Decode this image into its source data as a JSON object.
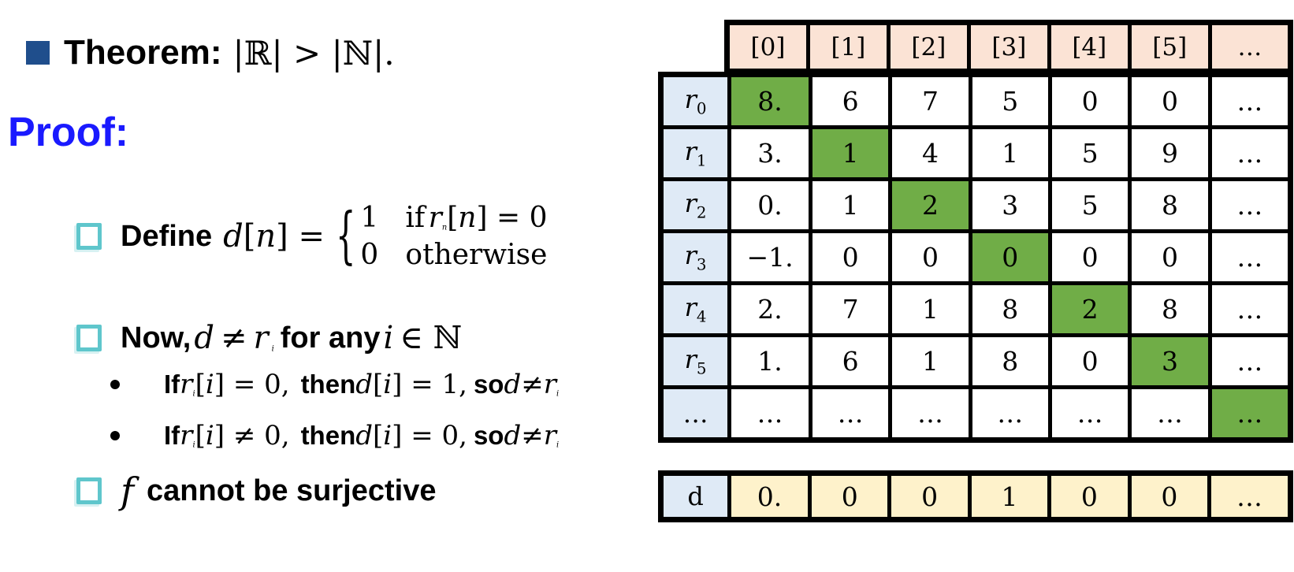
{
  "slide": {
    "theorem": {
      "label": "Theorem:",
      "statement": "|ℝ| > |ℕ|."
    },
    "proof_label": "Proof:",
    "define": {
      "keyword": "Define",
      "d": "d",
      "open": "[",
      "var": "n",
      "rest": "] =",
      "brace": "{",
      "case1": {
        "value": "1",
        "if_word": "if",
        "r": "r",
        "r_sub": "n",
        "open": "[",
        "var": "n",
        "rest": "] = 0"
      },
      "case2": {
        "value": "0",
        "text": "otherwise"
      }
    },
    "now": {
      "word1": "Now,",
      "d": "d",
      "neq": "≠",
      "r": "r",
      "sub": "i",
      "word2": "for any",
      "i": "i",
      "set": "∈ ℕ"
    },
    "cases": [
      {
        "if_word": "If",
        "r": "r",
        "r_sub": "i",
        "open1": "[",
        "i1": "i",
        "rest1": "] = 0,",
        "then_word": "then",
        "d": "d",
        "open2": "[",
        "i2": "i",
        "rest2": "] = 1,",
        "so_word": "so",
        "d2": "d",
        "neq": "≠",
        "r2": "r",
        "r2_sub": "i"
      },
      {
        "if_word": "If",
        "r": "r",
        "r_sub": "i",
        "open1": "[",
        "i1": "i",
        "rest1": "] ≠ 0,",
        "then_word": "then",
        "d": "d",
        "open2": "[",
        "i2": "i",
        "rest2": "] = 0,",
        "so_word": "so",
        "d2": "d",
        "neq": "≠",
        "r2": "r",
        "r2_sub": "i"
      }
    ],
    "conclusion": {
      "f": "f",
      "text": "cannot be surjective"
    }
  },
  "table": {
    "header": [
      "[0]",
      "[1]",
      "[2]",
      "[3]",
      "[4]",
      "[5]",
      "…"
    ],
    "rows": [
      {
        "label": "r",
        "sub": "0",
        "cells": [
          "8.",
          "6",
          "7",
          "5",
          "0",
          "0",
          "…"
        ],
        "diag": 0
      },
      {
        "label": "r",
        "sub": "1",
        "cells": [
          "3.",
          "1",
          "4",
          "1",
          "5",
          "9",
          "…"
        ],
        "diag": 1
      },
      {
        "label": "r",
        "sub": "2",
        "cells": [
          "0.",
          "1",
          "2",
          "3",
          "5",
          "8",
          "…"
        ],
        "diag": 2
      },
      {
        "label": "r",
        "sub": "3",
        "cells": [
          "−1.",
          "0",
          "0",
          "0",
          "0",
          "0",
          "…"
        ],
        "diag": 3
      },
      {
        "label": "r",
        "sub": "4",
        "cells": [
          "2.",
          "7",
          "1",
          "8",
          "2",
          "8",
          "…"
        ],
        "diag": 4
      },
      {
        "label": "r",
        "sub": "5",
        "cells": [
          "1.",
          "6",
          "1",
          "8",
          "0",
          "3",
          "…"
        ],
        "diag": 5
      },
      {
        "label": "…",
        "sub": "",
        "cells": [
          "…",
          "…",
          "…",
          "…",
          "…",
          "…",
          "…"
        ],
        "diag": 6
      }
    ]
  },
  "d_table": {
    "label": "d",
    "cells": [
      "0.",
      "0",
      "0",
      "1",
      "0",
      "0",
      "…"
    ]
  },
  "colors": {
    "title_bullet": "#1f4e8c",
    "proof_text": "#1a1aff",
    "item_bullet": "#5fc6cc",
    "header_bg": "#fbe3d5",
    "label_bg": "#dfeaf6",
    "diagonal_bg": "#70ad47",
    "d_row_bg": "#fef2cb",
    "grid_border": "#000000",
    "slide_bg": "#ffffff"
  }
}
